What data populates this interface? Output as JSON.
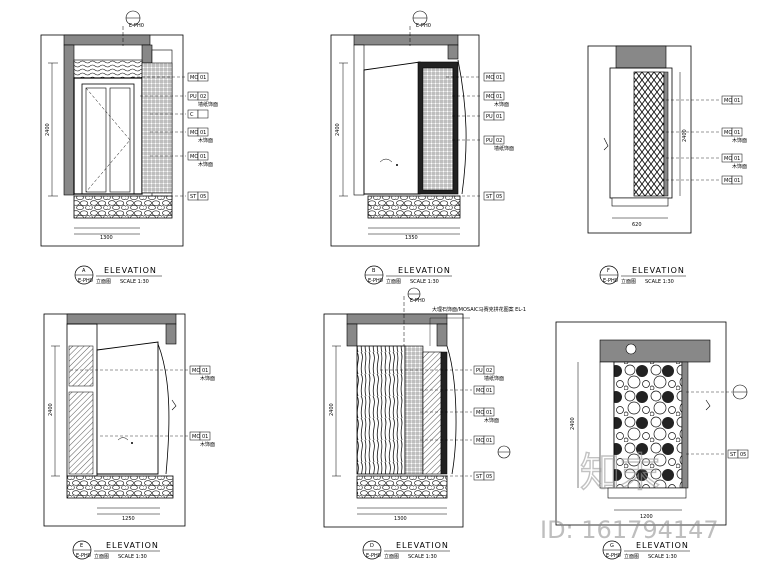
{
  "panels": [
    {
      "id": "A",
      "letter": "A",
      "ref": "E-PH0",
      "title": "ELEVATION",
      "subtitle": "立面图",
      "scale": "SCALE 1:30",
      "callout": "E-PH0"
    },
    {
      "id": "B",
      "letter": "B",
      "ref": "E-PH0",
      "title": "ELEVATION",
      "subtitle": "立面图",
      "scale": "SCALE 1:30",
      "callout": "E-PH0"
    },
    {
      "id": "F",
      "letter": "F",
      "ref": "E-PH0",
      "title": "ELEVATION",
      "subtitle": "立面图",
      "scale": "SCALE 1:30"
    },
    {
      "id": "E",
      "letter": "E",
      "ref": "E-PH0",
      "title": "ELEVATION",
      "subtitle": "立面图",
      "scale": "SCALE 1:30"
    },
    {
      "id": "D",
      "letter": "D",
      "ref": "E-PH0",
      "title": "ELEVATION",
      "subtitle": "立面图",
      "scale": "SCALE 1:30",
      "callout": "E-PH0"
    },
    {
      "id": "G",
      "letter": "G",
      "ref": "E-PH0",
      "title": "ELEVATION",
      "subtitle": "立面图",
      "scale": "SCALE 1:30"
    }
  ],
  "tags": {
    "A": [
      {
        "code": "MO",
        "num": "01",
        "note": ""
      },
      {
        "code": "PU",
        "num": "02",
        "note": "墙纸饰面"
      },
      {
        "code": "C",
        "num": "",
        "note": ""
      },
      {
        "code": "MO",
        "num": "01",
        "note": "木饰面"
      },
      {
        "code": "MO",
        "num": "01",
        "note": "木饰面"
      },
      {
        "code": "ST",
        "num": "05",
        "note": ""
      }
    ],
    "B": [
      {
        "code": "MO",
        "num": "01",
        "note": ""
      },
      {
        "code": "MO",
        "num": "01",
        "note": "木饰面"
      },
      {
        "code": "PU",
        "num": "01",
        "note": ""
      },
      {
        "code": "PU",
        "num": "02",
        "note": "墙纸饰面"
      },
      {
        "code": "ST",
        "num": "05",
        "note": ""
      }
    ],
    "F": [
      {
        "code": "MO",
        "num": "01",
        "note": ""
      },
      {
        "code": "MO",
        "num": "01",
        "note": "木饰面"
      },
      {
        "code": "MO",
        "num": "01",
        "note": "木饰面"
      },
      {
        "code": "MO",
        "num": "01",
        "note": ""
      }
    ],
    "E": [
      {
        "code": "MO",
        "num": "01",
        "note": "木饰面"
      },
      {
        "code": "MO",
        "num": "01",
        "note": "木饰面"
      }
    ],
    "D": [
      {
        "code": "PU",
        "num": "02",
        "note": "墙纸饰面"
      },
      {
        "code": "MO",
        "num": "01",
        "note": ""
      },
      {
        "code": "MO",
        "num": "01",
        "note": "木饰面"
      },
      {
        "code": "MO",
        "num": "01",
        "note": ""
      },
      {
        "code": "ST",
        "num": "05",
        "note": ""
      }
    ],
    "G": [
      {
        "code": "ST",
        "num": "05",
        "note": ""
      }
    ]
  },
  "dims": {
    "A": {
      "height": "2400",
      "bottom": "1300"
    },
    "B": {
      "height": "2400",
      "bottom": "1350"
    },
    "F": {
      "height": "2400",
      "bottom": "620"
    },
    "E": {
      "height": "2400",
      "bottom": "1250"
    },
    "D": {
      "height": "2400",
      "bottom": "1300"
    },
    "G": {
      "height": "2400",
      "bottom": "1200"
    }
  },
  "note_D": "大理石饰面/MOSAIC马赛克拼花图案 EL-1",
  "watermark": {
    "logo": "知末",
    "id": "ID: 161794147"
  }
}
